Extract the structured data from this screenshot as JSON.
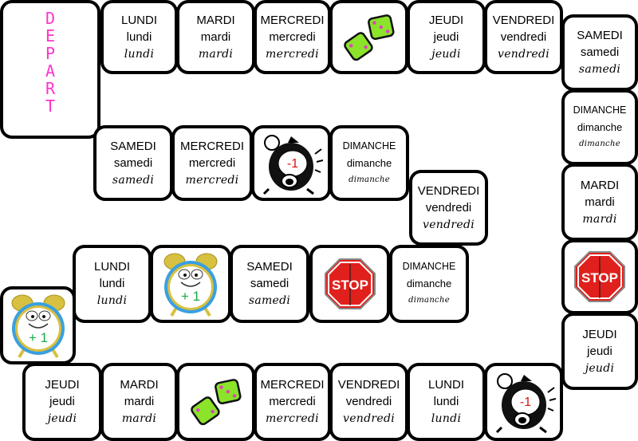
{
  "start_label": [
    "D",
    "E",
    "P",
    "A",
    "R",
    "T"
  ],
  "colors": {
    "start": "#ff33cc",
    "dice": "#8be32a",
    "dice_dot": "#e040c0",
    "stop": "#e0201c",
    "plus": "#19a84a",
    "minus": "#e01010",
    "bell": "#d8c040",
    "ring": "#3aa0e0"
  },
  "tiles": [
    {
      "type": "day",
      "upper": "LUNDI",
      "lower": "lundi",
      "cursive": "lundi"
    },
    {
      "type": "day",
      "upper": "MARDI",
      "lower": "mardi",
      "cursive": "mardi"
    },
    {
      "type": "day",
      "upper": "MERCREDI",
      "lower": "mercredi",
      "cursive": "mercredi"
    },
    {
      "type": "dice"
    },
    {
      "type": "day",
      "upper": "JEUDI",
      "lower": "jeudi",
      "cursive": "jeudi"
    },
    {
      "type": "day",
      "upper": "VENDREDI",
      "lower": "vendredi",
      "cursive": "vendredi"
    },
    {
      "type": "day",
      "upper": "SAMEDI",
      "lower": "samedi",
      "cursive": "samedi"
    },
    {
      "type": "day",
      "upper": "DIMANCHE",
      "lower": "dimanche",
      "cursive": "dimanche",
      "small": true
    },
    {
      "type": "day",
      "upper": "MARDI",
      "lower": "mardi",
      "cursive": "mardi"
    },
    {
      "type": "stop",
      "label": "STOP"
    },
    {
      "type": "day",
      "upper": "JEUDI",
      "lower": "jeudi",
      "cursive": "jeudi"
    },
    {
      "type": "minus",
      "label": "-1"
    },
    {
      "type": "day",
      "upper": "LUNDI",
      "lower": "lundi",
      "cursive": "lundi"
    },
    {
      "type": "day",
      "upper": "VENDREDI",
      "lower": "vendredi",
      "cursive": "vendredi"
    },
    {
      "type": "day",
      "upper": "MERCREDI",
      "lower": "mercredi",
      "cursive": "mercredi"
    },
    {
      "type": "dice"
    },
    {
      "type": "day",
      "upper": "MARDI",
      "lower": "mardi",
      "cursive": "mardi"
    },
    {
      "type": "day",
      "upper": "JEUDI",
      "lower": "jeudi",
      "cursive": "jeudi"
    },
    {
      "type": "plus",
      "label": "+ 1"
    },
    {
      "type": "day",
      "upper": "LUNDI",
      "lower": "lundi",
      "cursive": "lundi"
    },
    {
      "type": "plus",
      "label": "+ 1"
    },
    {
      "type": "day",
      "upper": "SAMEDI",
      "lower": "samedi",
      "cursive": "samedi"
    },
    {
      "type": "stop",
      "label": "STOP"
    },
    {
      "type": "day",
      "upper": "DIMANCHE",
      "lower": "dimanche",
      "cursive": "dimanche",
      "small": true
    },
    {
      "type": "day",
      "upper": "VENDREDI",
      "lower": "vendredi",
      "cursive": "vendredi"
    },
    {
      "type": "day",
      "upper": "DIMANCHE",
      "lower": "dimanche",
      "cursive": "dimanche",
      "small": true
    },
    {
      "type": "minus",
      "label": "-1"
    },
    {
      "type": "day",
      "upper": "MERCREDI",
      "lower": "mercredi",
      "cursive": "mercredi"
    },
    {
      "type": "day",
      "upper": "SAMEDI",
      "lower": "samedi",
      "cursive": "samedi"
    }
  ]
}
